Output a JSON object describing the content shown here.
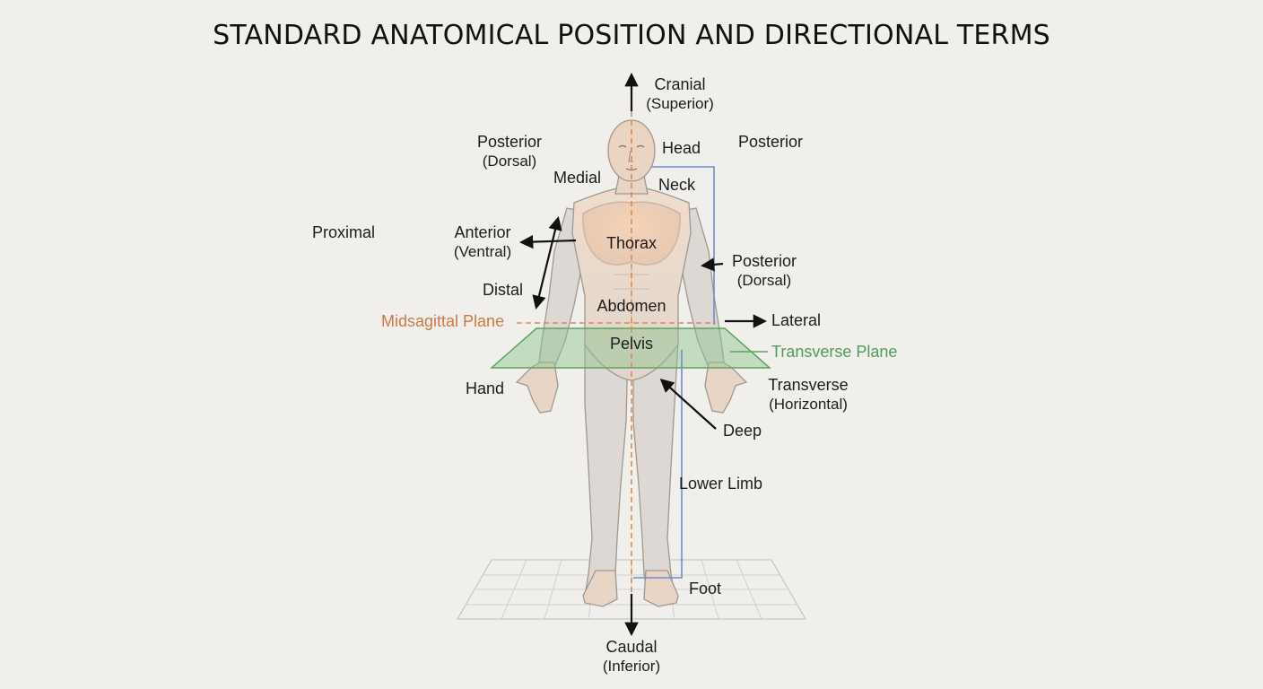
{
  "title": "STANDARD ANATOMICAL POSITION AND DIRECTIONAL TERMS",
  "labels": {
    "cranial": "Cranial",
    "cranial_sub": "(Superior)",
    "caudal": "Caudal",
    "caudal_sub": "(Inferior)",
    "head": "Head",
    "neck": "Neck",
    "thorax": "Thorax",
    "abdomen": "Abdomen",
    "pelvis": "Pelvis",
    "hand": "Hand",
    "lower_limb": "Lower Limb",
    "foot": "Foot",
    "medial": "Medial",
    "proximal": "Proximal",
    "distal": "Distal",
    "lateral": "Lateral",
    "deep": "Deep",
    "anterior": "Anterior",
    "anterior_sub": "(Ventral)",
    "posterior_left": "Posterior",
    "posterior_left_sub": "(Dorsal)",
    "posterior_right": "Posterior",
    "posterior_arm": "Posterior",
    "posterior_arm_sub": "(Dorsal)",
    "transverse": "Transverse",
    "transverse_sub": "(Horizontal)",
    "midsagittal_plane": "Midsagittal Plane",
    "transverse_plane": "Transverse Plane"
  },
  "colors": {
    "background": "#f0efeb",
    "skin": "#ead9cb",
    "midsagittal": "#e0894e",
    "transverse_plane": "#7fbf7f",
    "coronal_outline": "#5b84c4",
    "arrow": "#111111"
  }
}
